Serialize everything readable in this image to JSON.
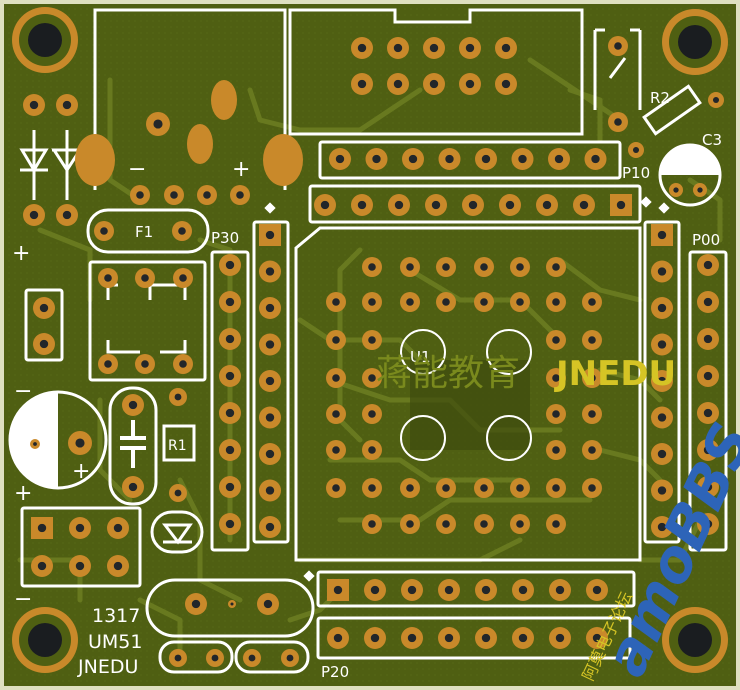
{
  "colors": {
    "board_edge": "#dfe0c0",
    "copper_pour": "#4f5f12",
    "copper_dark": "#2e3a08",
    "trace": "#5d6f1a",
    "pad_copper": "#c9892a",
    "pad_hole": "#22262a",
    "silkscreen": "#ffffff",
    "mount_hole": "#1a1d20",
    "watermark_green": "#7a8a1d",
    "watermark_yellow": "#d5c425",
    "watermark_blue": "#2d64b8"
  },
  "labels": {
    "p30": "P30",
    "p00": "P00",
    "p10": "P10",
    "p20": "P20",
    "f1": "F1",
    "r1": "R1",
    "r2": "R2",
    "c3": "C3",
    "u1": "U1",
    "plus": "+",
    "minus": "−"
  },
  "board_text": {
    "line1": "1317",
    "line2": "UM51",
    "line3": "JNEDU"
  },
  "watermark": {
    "chinese": "蒋能教育",
    "latin": "JNEDU",
    "site": "amoBBS",
    "site_sub": "阿莫电子论坛"
  }
}
